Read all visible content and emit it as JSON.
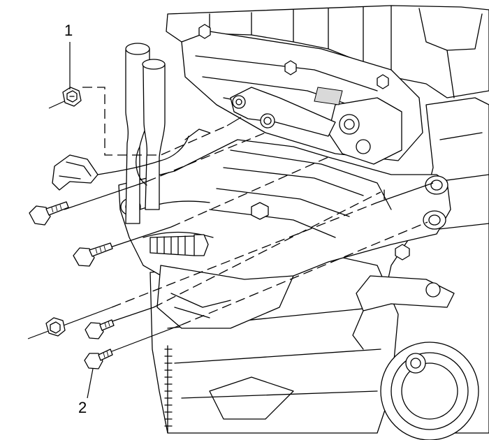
{
  "callouts": [
    {
      "id": "1",
      "label": "1"
    },
    {
      "id": "2",
      "label": "2"
    }
  ],
  "colors": {
    "line": "#000000",
    "background": "#ffffff",
    "shade": "#d9d9d9"
  }
}
